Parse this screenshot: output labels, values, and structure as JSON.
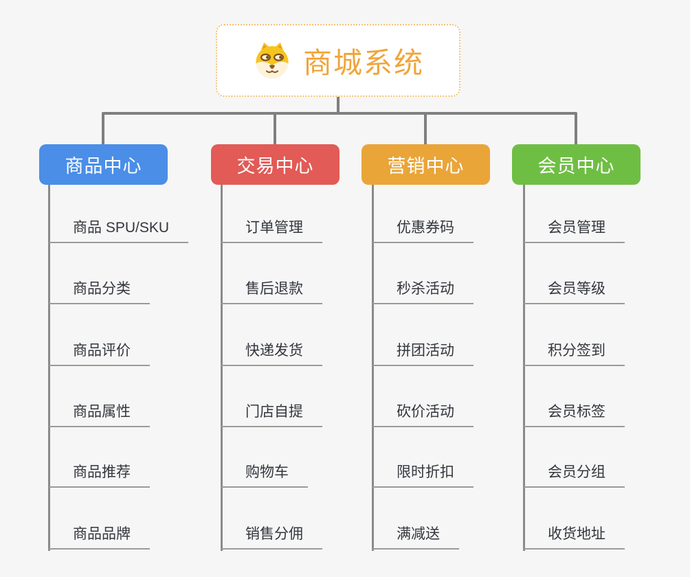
{
  "root": {
    "title": "商城系统",
    "icon": "dog-face-icon"
  },
  "branches": [
    {
      "label": "商品中心",
      "color": "#4a8ee8",
      "items": [
        "商品 SPU/SKU",
        "商品分类",
        "商品评价",
        "商品属性",
        "商品推荐",
        "商品品牌"
      ]
    },
    {
      "label": "交易中心",
      "color": "#e25b56",
      "items": [
        "订单管理",
        "售后退款",
        "快递发货",
        "门店自提",
        "购物车",
        "销售分佣"
      ]
    },
    {
      "label": "营销中心",
      "color": "#eaa539",
      "items": [
        "优惠券码",
        "秒杀活动",
        "拼团活动",
        "砍价活动",
        "限时折扣",
        "满减送"
      ]
    },
    {
      "label": "会员中心",
      "color": "#6fbe44",
      "items": [
        "会员管理",
        "会员等级",
        "积分签到",
        "会员标签",
        "会员分组",
        "收货地址"
      ]
    }
  ],
  "colors": {
    "background": "#f6f6f6",
    "connector": "#7f7f7f",
    "spine": "#8a8a8a",
    "underline": "#9a9a9a",
    "leaf_text": "#33363c",
    "root_title": "#f0a53c",
    "root_border": "#f3c272"
  }
}
